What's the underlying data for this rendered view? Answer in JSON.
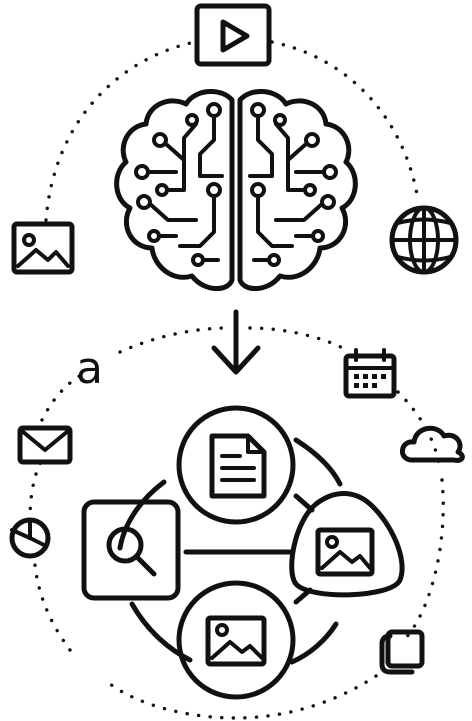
{
  "diagram": {
    "floating_letter": "a",
    "top_cluster": {
      "center": "brain-circuit",
      "orbit_icons": [
        "video-play",
        "image",
        "globe"
      ]
    },
    "arrow": "down-arrow",
    "bottom_cluster": {
      "hub_icons": [
        "document",
        "search",
        "image",
        "image"
      ],
      "orbit_icons": [
        "email",
        "calendar",
        "cloud",
        "chart",
        "copy"
      ]
    }
  }
}
